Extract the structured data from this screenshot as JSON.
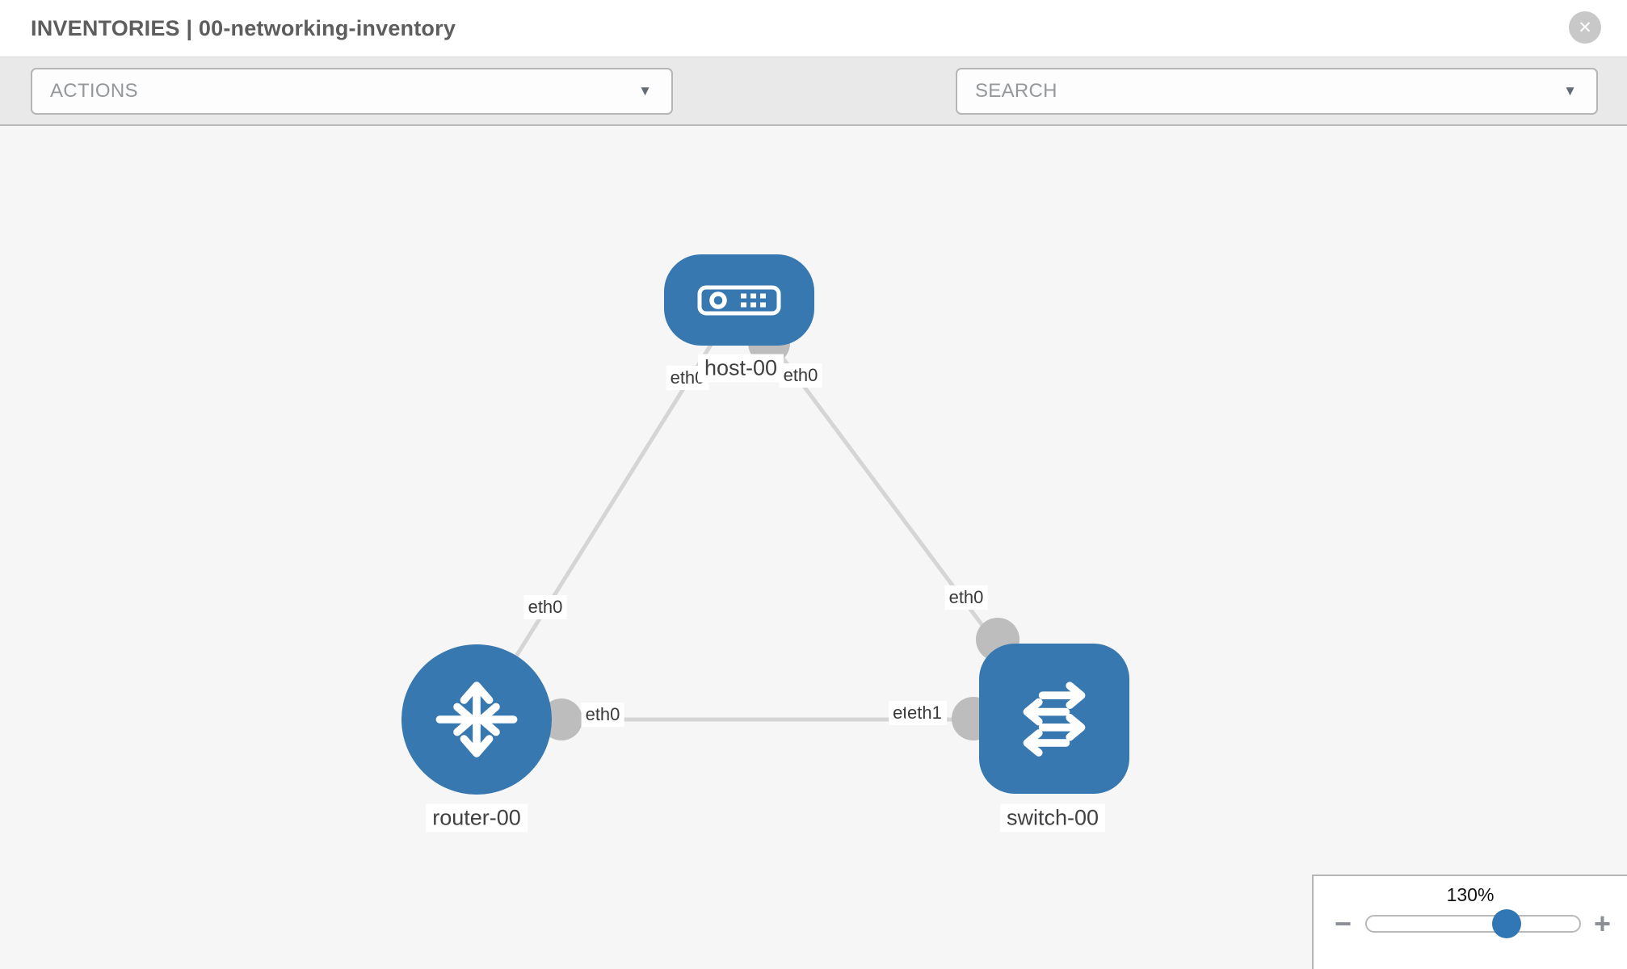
{
  "header": {
    "title": "INVENTORIES | 00-networking-inventory"
  },
  "toolbar": {
    "actions": {
      "label": "ACTIONS"
    },
    "search": {
      "label": "SEARCH"
    },
    "tools": [
      {
        "name": "wrench-icon"
      },
      {
        "name": "key-icon"
      }
    ]
  },
  "icons": {
    "caret": "▼",
    "close": "✕",
    "minus": "−",
    "plus": "+"
  },
  "diagram": {
    "nodes": [
      {
        "id": "host-00",
        "label": "host-00",
        "type": "host"
      },
      {
        "id": "router-00",
        "label": "router-00",
        "type": "router"
      },
      {
        "id": "switch-00",
        "label": "switch-00",
        "type": "switch"
      }
    ],
    "links": [
      {
        "from": "host-00",
        "from_interface": "eth0",
        "to": "router-00",
        "to_interface": "eth0"
      },
      {
        "from": "host-00",
        "from_interface": "eth0",
        "to": "switch-00",
        "to_interface": "eth0"
      },
      {
        "from": "router-00",
        "from_interface": "eth0",
        "to": "switch-00",
        "to_interface": "eth1",
        "to_interface_overlapped": "eth0"
      }
    ]
  },
  "zoom_control": {
    "level": "130%"
  },
  "colors": {
    "node_blue": "#3778b0",
    "link_gray": "#d5d5d5",
    "endpoint_gray": "#bdbdbd",
    "icon_gray": "#7d8287",
    "knob_blue": "#3277b5"
  }
}
